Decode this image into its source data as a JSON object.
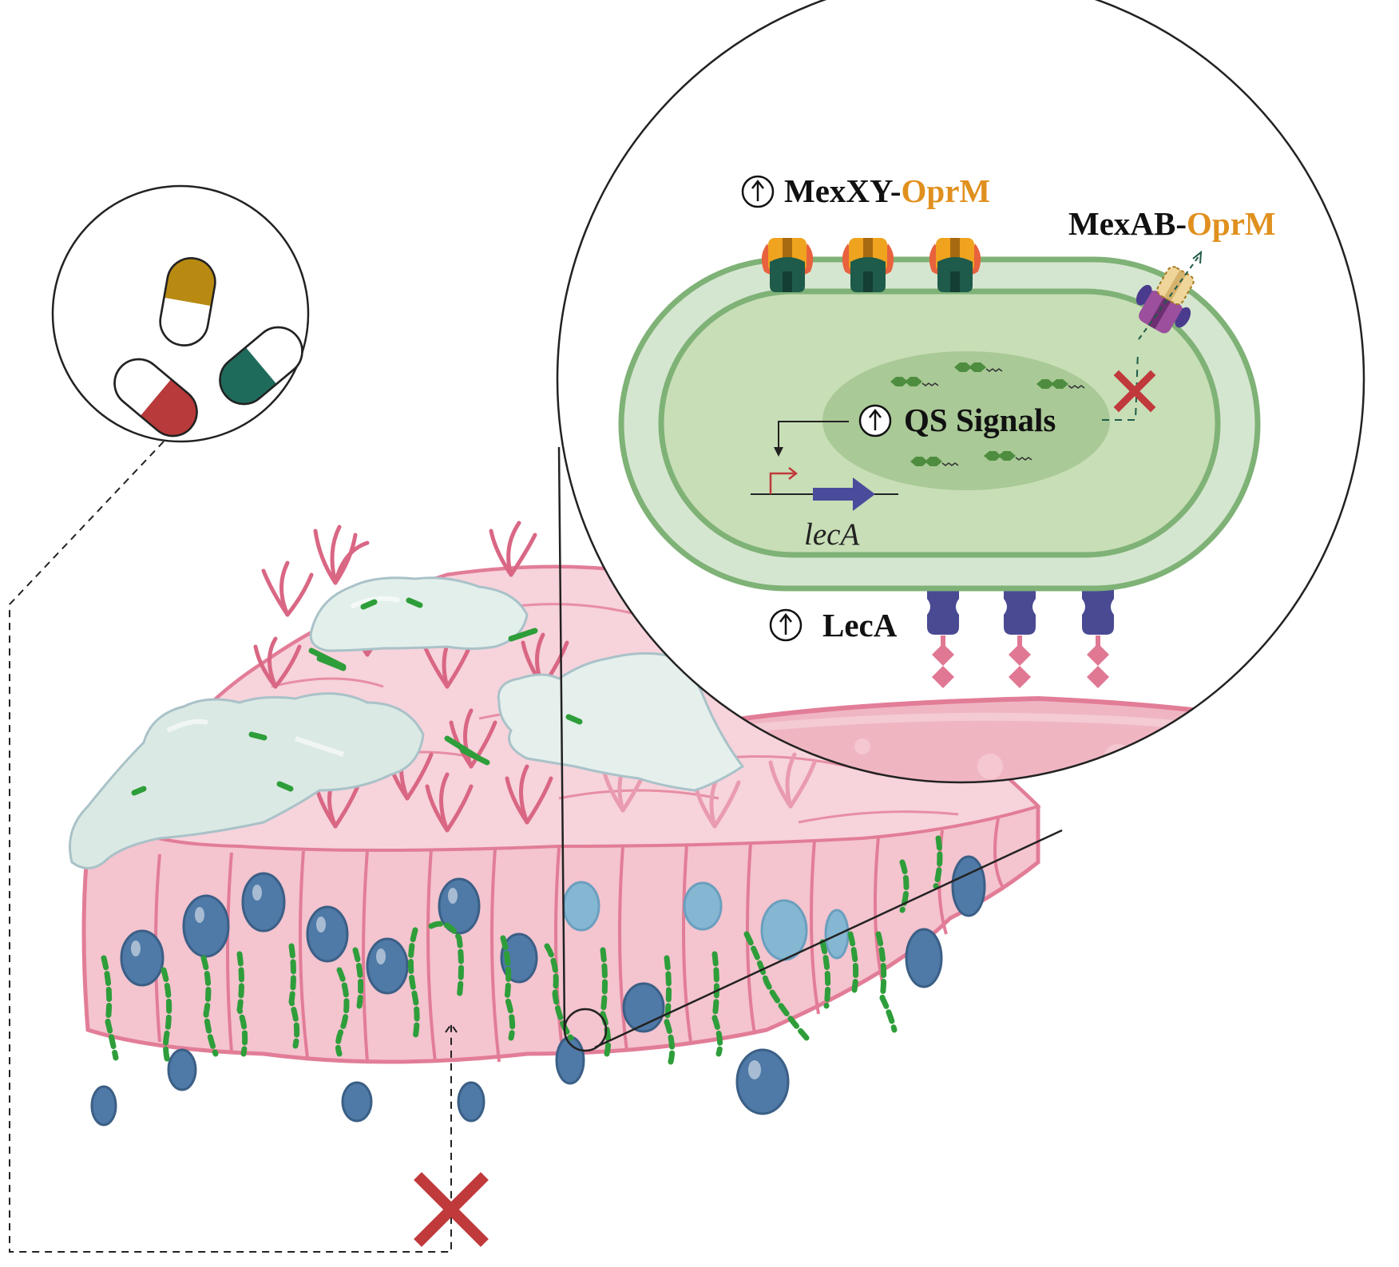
{
  "labels": {
    "mexxy_prefix": "MexXY-",
    "mexxy_suffix": "OprM",
    "mexab_prefix": "MexAB-",
    "mexab_suffix": "OprM",
    "qs_signals": "QS Signals",
    "leca_protein": "LecA",
    "leca_gene": "lecA",
    "up_arrow": "↑"
  },
  "colors": {
    "tissue_pink": "#f2b9c6",
    "tissue_outline": "#e27d97",
    "nucleus_blue": "#4f79a6",
    "bacteria_green": "#2e9e3a",
    "mucus": "#dbe9e4",
    "cell_outer": "#d5e6d0",
    "cell_membrane": "#7fb276",
    "cell_inner": "#c8deb6",
    "qs_region": "#a9c996",
    "orange_text": "#e0901e",
    "lectin_blue": "#4a4a93",
    "pump_dark": "#1f5b4a",
    "pump_orange": "#f0a31f",
    "red_x": "#c0393b",
    "pill_gold": "#b88a12",
    "pill_red": "#b93a3a",
    "pill_teal": "#1e6b5c"
  },
  "icons": [
    "pill-icon",
    "cross-mark-icon",
    "up-arrow-icon",
    "promoter-arrow-icon",
    "gene-arrow-icon"
  ]
}
